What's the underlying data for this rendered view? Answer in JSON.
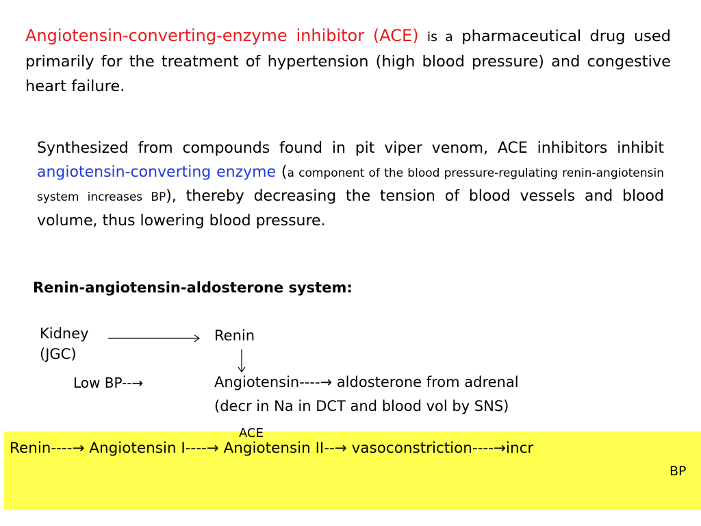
{
  "intro": {
    "drug_name": "Angiotensin-converting-enzyme inhibitor (ACE)",
    "connector": "is a",
    "rest": "pharmaceutical drug used primarily for the treatment of hypertension (high blood pressure) and congestive heart failure."
  },
  "synth": {
    "part1": "Synthesized from compounds found in pit viper venom, ACE inhibitors inhibit ",
    "enzyme": "angiotensin-converting enzyme",
    "paren_open": " (",
    "aside": "a component of the blood pressure-regulating renin-angiotensin system increases BP",
    "part2": "), thereby decreasing the tension of blood vessels and blood volume, thus lowering blood pressure."
  },
  "heading": "Renin-angiotensin-aldosterone system:",
  "diagram": {
    "kidney": "Kidney",
    "jgc": "(JGC)",
    "renin": "Renin",
    "low_bp": "Low BP--→",
    "angiotensin_line": "Angiotensin----→ aldosterone from adrenal",
    "decr_line": "(decr in Na in DCT and blood vol by SNS)"
  },
  "cascade": {
    "ace_label": "ACE",
    "line": "Renin----→ Angiotensin I----→ Angiotensin II--→ vasoconstriction----→incr",
    "bp": "BP"
  },
  "colors": {
    "red": "#e8191c",
    "blue": "#1f3bd6",
    "highlight_yellow": "#ffff4f"
  }
}
